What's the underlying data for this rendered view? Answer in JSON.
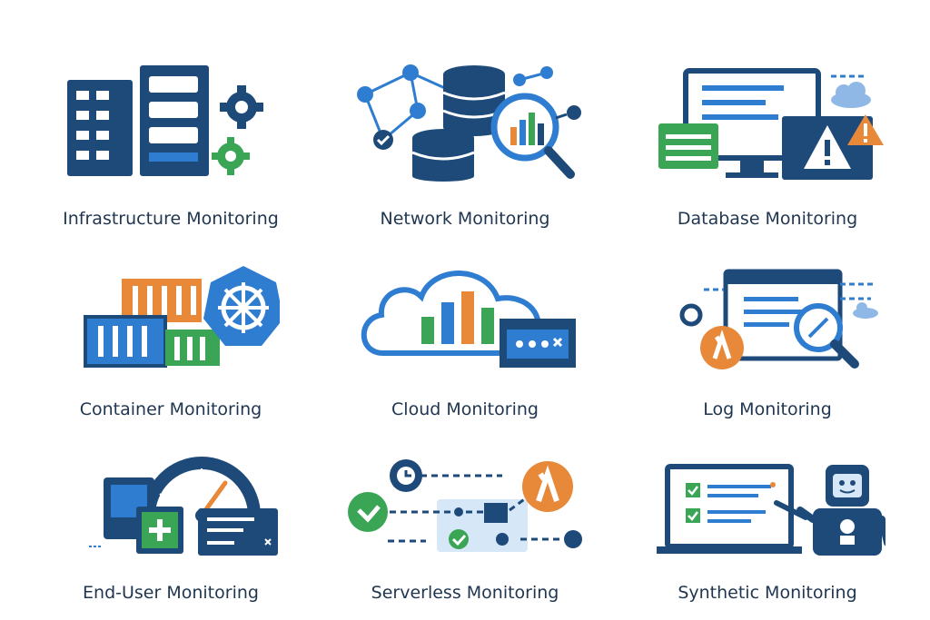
{
  "tiles": [
    {
      "label": "Infrastructure Monitoring",
      "icon": "server-rack-gears-icon"
    },
    {
      "label": "Network Monitoring",
      "icon": "network-database-search-icon"
    },
    {
      "label": "Database Monitoring",
      "icon": "monitor-alert-icon"
    },
    {
      "label": "Container Monitoring",
      "icon": "containers-kubernetes-icon"
    },
    {
      "label": "Cloud Monitoring",
      "icon": "cloud-chart-icon"
    },
    {
      "label": "Log Monitoring",
      "icon": "log-lambda-search-icon"
    },
    {
      "label": "End-User Monitoring",
      "icon": "gauge-devices-icon"
    },
    {
      "label": "Serverless Monitoring",
      "icon": "serverless-flow-icon"
    },
    {
      "label": "Synthetic Monitoring",
      "icon": "laptop-robot-icon"
    }
  ],
  "colors": {
    "navy": "#1e4a7a",
    "blue": "#2e7dd1",
    "green": "#3aa655",
    "orange": "#e8893a",
    "label": "#1f3550"
  }
}
